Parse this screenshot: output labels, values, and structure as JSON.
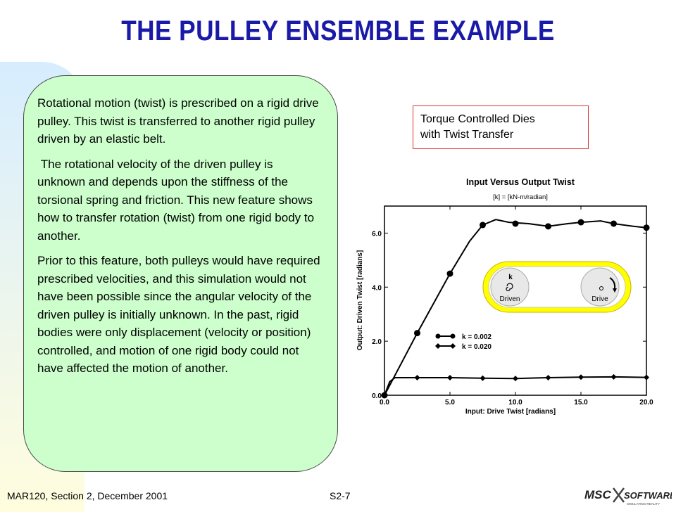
{
  "title": "THE PULLEY ENSEMBLE EXAMPLE",
  "paragraphs": [
    "Rotational motion (twist) is prescribed on a rigid drive pulley. This twist is transferred to another rigid pulley driven by an elastic belt.",
    " The rotational velocity of the driven pulley is unknown and depends upon the stiffness of the torsional spring and friction. This new feature shows how to transfer rotation (twist) from one rigid body to another.",
    "Prior to this feature, both pulleys would have required prescribed velocities, and this simulation would not have been possible since the angular velocity of the driven pulley is initially unknown. In the past, rigid bodies were only displacement (velocity or position) controlled, and motion of one rigid body could not have affected the motion of another."
  ],
  "label_box": [
    "Torque Controlled Dies",
    "with Twist Transfer"
  ],
  "footer": {
    "left": "MAR120, Section 2, December 2001",
    "page": "S2-7"
  },
  "logo": {
    "text_a": "MSC",
    "text_b": "SOFTWARE",
    "tagline": "SIMULATING REALITY"
  },
  "diagram": {
    "k_label": "k",
    "driven": "Driven",
    "drive": "Drive"
  },
  "chart_data": {
    "type": "line",
    "title": "Input Versus Output Twist",
    "subtitle": "[k] = [kN-m/radian]",
    "xlabel": "Input: Drive Twist [radians]",
    "ylabel": "Output: Driven Twist [radians]",
    "xlim": [
      0,
      20
    ],
    "ylim": [
      0,
      7
    ],
    "xticks": [
      0,
      5,
      10,
      15,
      20
    ],
    "xtick_labels": [
      "0.0",
      "5.0",
      "10.0",
      "15.0",
      "20.0"
    ],
    "yticks": [
      0,
      2,
      4,
      6
    ],
    "ytick_labels": [
      "0.0",
      "2.0",
      "4.0",
      "6.0"
    ],
    "grid": false,
    "legend_position": "center-left",
    "series": [
      {
        "name": "k = 0.002",
        "marker": "circle-large",
        "x": [
          0,
          2.5,
          5.0,
          7.5,
          10.0,
          12.5,
          15.0,
          17.5,
          20.0
        ],
        "y": [
          0,
          2.3,
          4.5,
          6.3,
          6.35,
          6.25,
          6.4,
          6.35,
          6.2
        ],
        "line_y": [
          [
            0,
            0
          ],
          [
            2.5,
            2.3
          ],
          [
            5,
            4.5
          ],
          [
            6.5,
            5.7
          ],
          [
            7.5,
            6.3
          ],
          [
            8.5,
            6.5
          ],
          [
            9.5,
            6.4
          ],
          [
            11,
            6.35
          ],
          [
            12.5,
            6.25
          ],
          [
            14,
            6.35
          ],
          [
            15,
            6.4
          ],
          [
            16.5,
            6.45
          ],
          [
            17.5,
            6.35
          ],
          [
            19,
            6.25
          ],
          [
            20,
            6.2
          ]
        ]
      },
      {
        "name": "k = 0.020",
        "marker": "diamond",
        "x": [
          0,
          2.5,
          5.0,
          7.5,
          10.0,
          12.5,
          15.0,
          17.5,
          20.0
        ],
        "y": [
          0,
          0.65,
          0.65,
          0.63,
          0.62,
          0.65,
          0.67,
          0.68,
          0.66
        ],
        "line_y": [
          [
            0,
            0
          ],
          [
            0.4,
            0.5
          ],
          [
            0.8,
            0.65
          ],
          [
            2.5,
            0.65
          ],
          [
            5,
            0.65
          ],
          [
            7.5,
            0.63
          ],
          [
            10,
            0.62
          ],
          [
            12.5,
            0.65
          ],
          [
            15,
            0.67
          ],
          [
            17.5,
            0.68
          ],
          [
            20,
            0.66
          ]
        ]
      }
    ]
  }
}
